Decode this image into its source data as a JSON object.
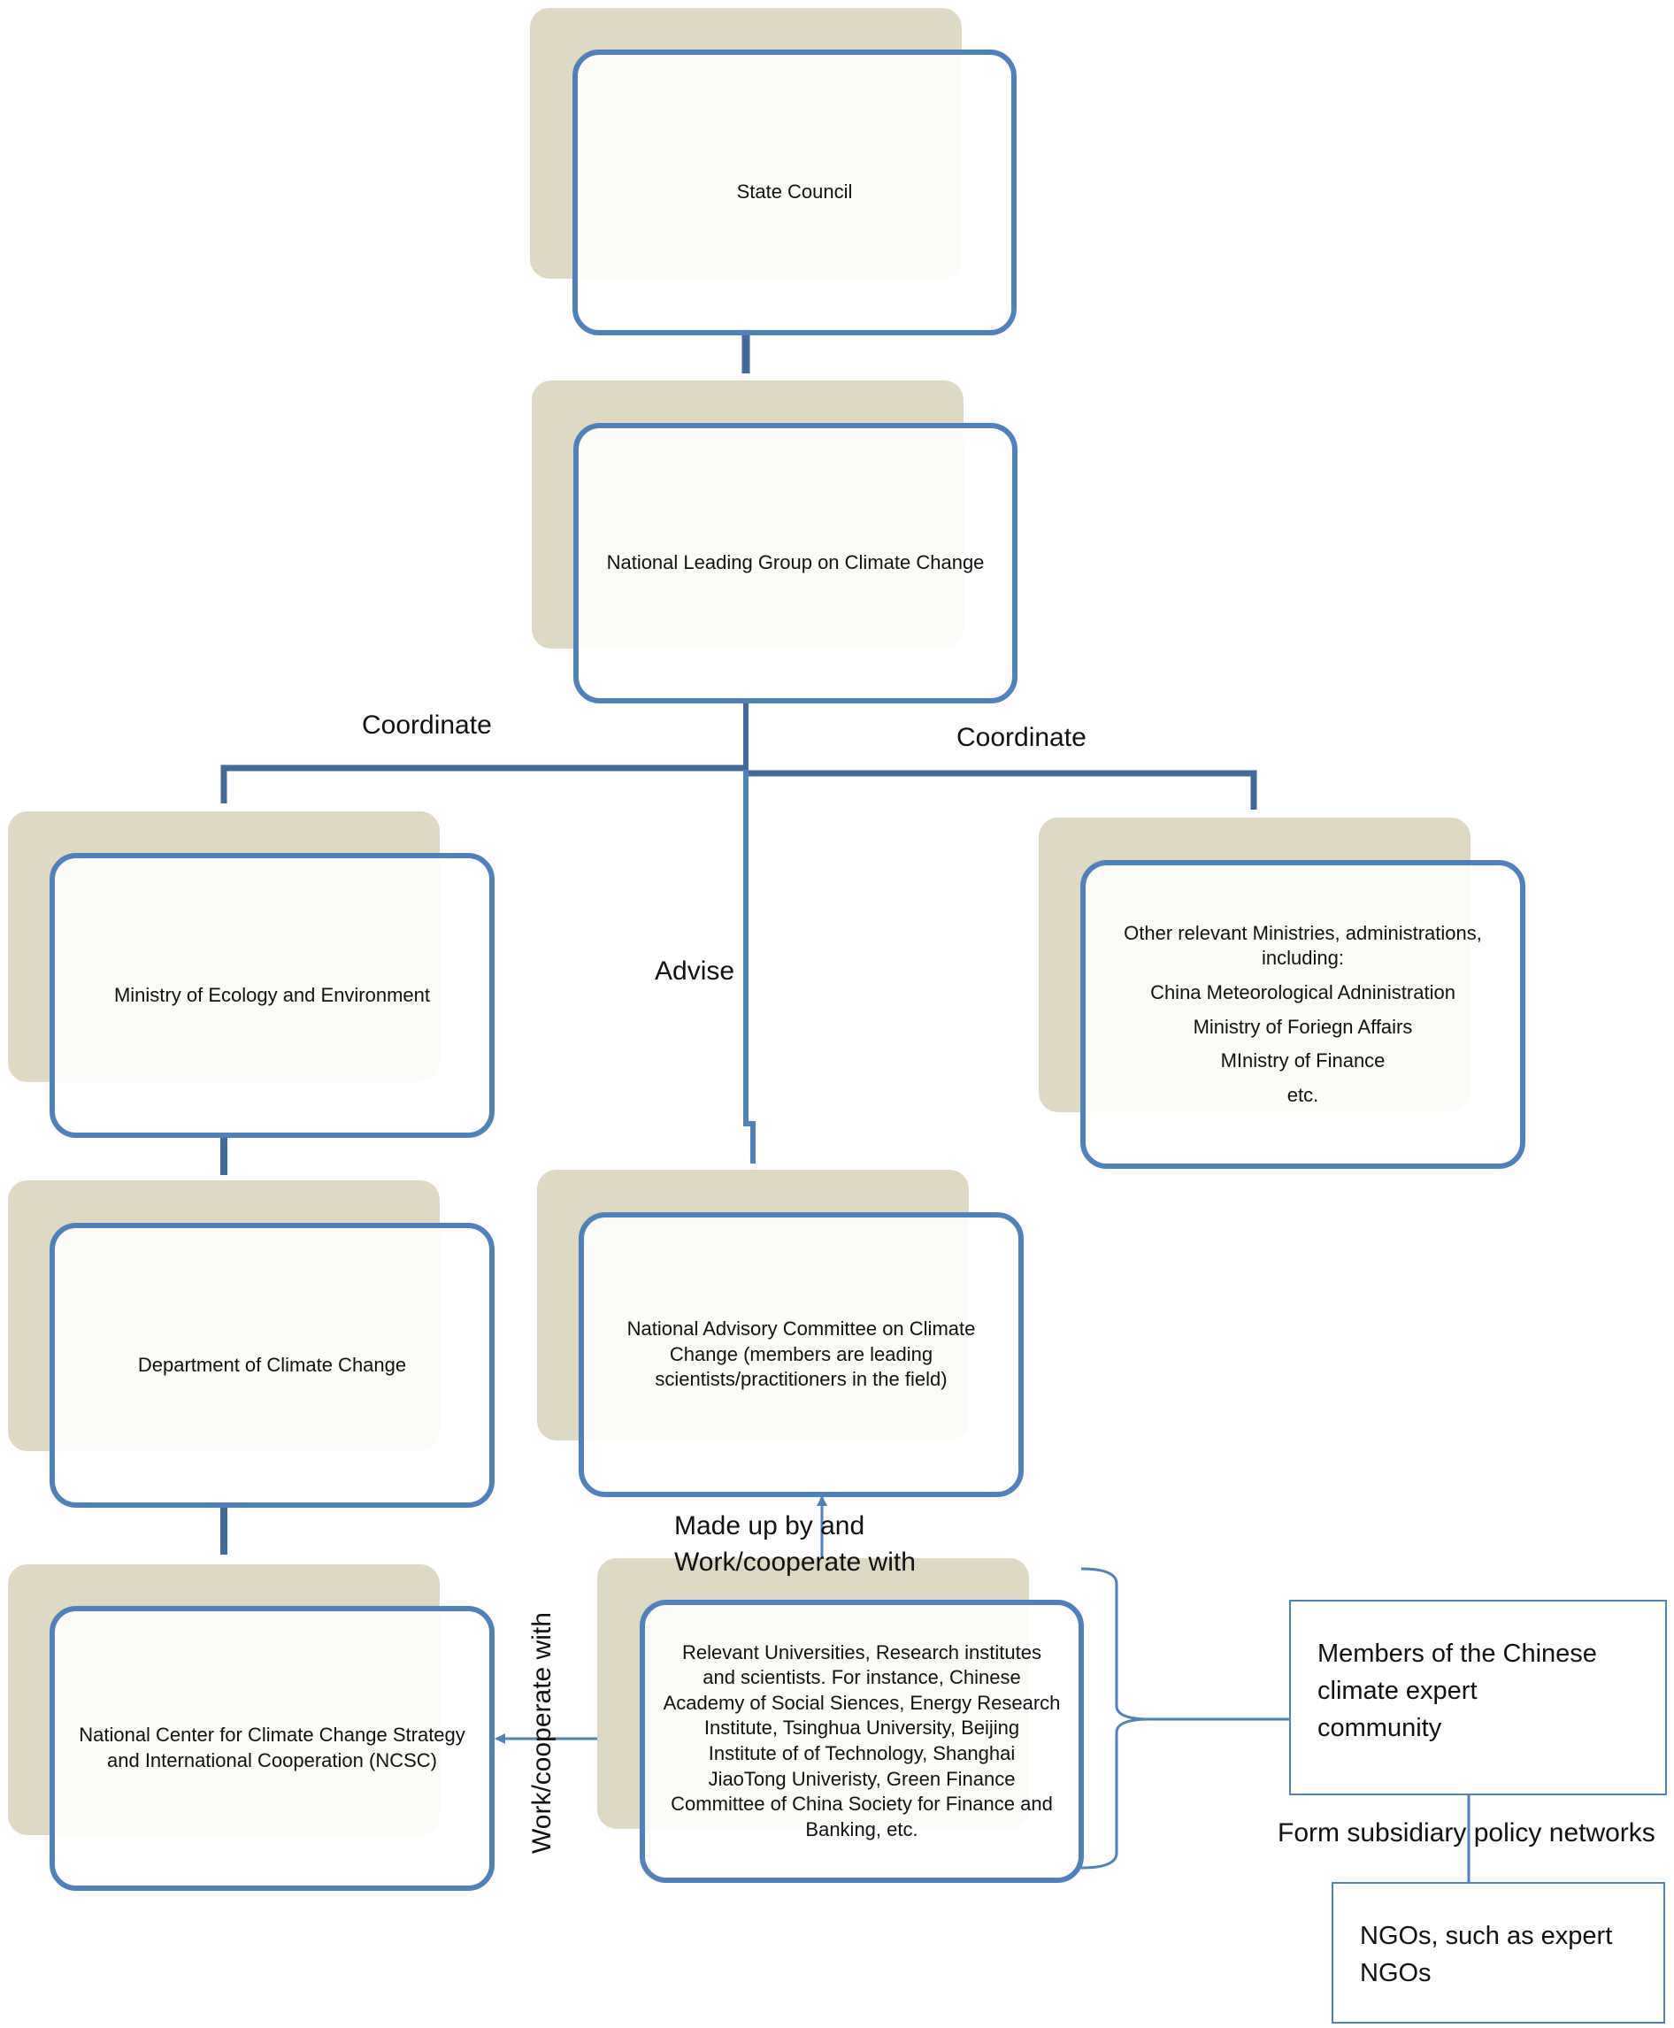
{
  "nodes": {
    "state_council": "State Council",
    "nlgcc": "National Leading Group on Climate Change",
    "mee": "Ministry of Ecology and Environment",
    "other_ministries": {
      "lines": [
        "Other relevant Ministries, administrations,",
        "including:",
        "China Meteorological Adninistration",
        "Ministry of Foriegn Affairs",
        "MInistry of Finance",
        "etc."
      ]
    },
    "dcc": "Department of Climate Change",
    "nacc": {
      "lines": [
        "National Advisory Committee on Climate",
        "Change (members are leading",
        "scientists/practitioners in the field)"
      ]
    },
    "ncsc": {
      "lines": [
        "National Center for Climate Change Strategy",
        "and International Cooperation (NCSC)"
      ]
    },
    "universities": {
      "lines": [
        "Relevant Universities, Research institutes",
        "and scientists. For instance, Chinese",
        "Academy of Social Siences, Energy Research",
        "Institute, Tsinghua University, Beijing",
        "Institute of of Technology, Shanghai",
        "JiaoTong Univeristy, Green Finance",
        "Committee of China Society for Finance and",
        "Banking, etc."
      ]
    },
    "expert_community": {
      "lines": [
        "Members of the Chinese",
        "climate expert",
        "community"
      ]
    },
    "ngos": {
      "lines": [
        "NGOs, such as expert",
        "NGOs"
      ]
    }
  },
  "edge_labels": {
    "coordinate_left": "Coordinate",
    "coordinate_right": "Coordinate",
    "advise": "Advise",
    "made_up_by": {
      "lines": [
        "Made up by and",
        "Work/cooperate with"
      ]
    },
    "work_cooperate_with": "Work/cooperate with",
    "form_subsidiary": "Form subsidiary policy networks"
  },
  "colors": {
    "node_border": "#4f81bd",
    "node_shadow": "#ddd9c3",
    "connector": "#3f6a9a"
  }
}
